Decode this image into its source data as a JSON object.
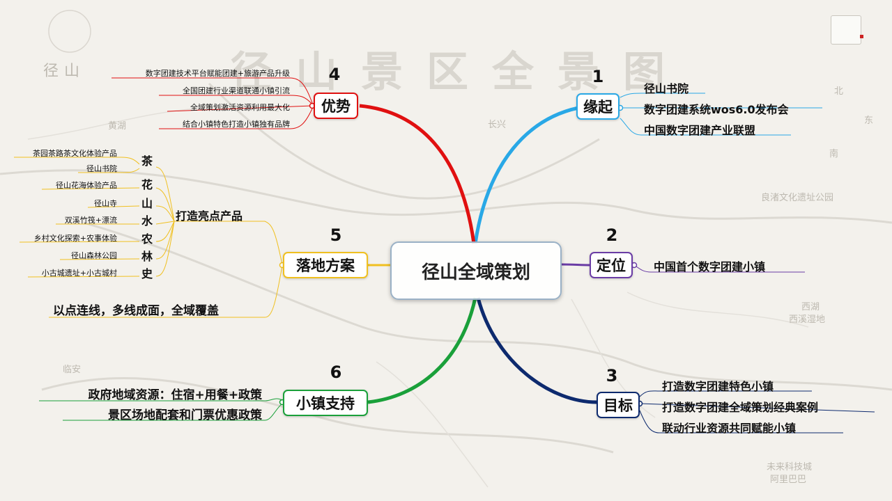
{
  "center": {
    "label": "径山全域策划"
  },
  "branches": {
    "b1": {
      "num": "1",
      "topic": "缘起",
      "color": "#29a8e6",
      "items": [
        "径山书院",
        "数字团建系统wos6.0发布会",
        "中国数字团建产业联盟"
      ]
    },
    "b2": {
      "num": "2",
      "topic": "定位",
      "color": "#6a3ca5",
      "items": [
        "中国首个数字团建小镇"
      ]
    },
    "b3": {
      "num": "3",
      "topic": "目标",
      "color": "#0d2a6e",
      "items": [
        "打造数字团建特色小镇",
        "打造数字团建全域策划经典案例",
        "联动行业资源共同赋能小镇"
      ]
    },
    "b4": {
      "num": "4",
      "topic": "优势",
      "color": "#e01010",
      "items": [
        "数字团建技术平台赋能团建+旅游产品升级",
        "全国团建行业渠道联通小镇引流",
        "全域策划激活资源利用最大化",
        "结合小镇特色打造小镇独有品牌"
      ]
    },
    "b5": {
      "num": "5",
      "topic": "落地方案",
      "color": "#f0c020",
      "sub_title": "打造亮点产品",
      "products": [
        {
          "char": "茶",
          "items": [
            "茶园茶路茶文化体验产品",
            "径山书院"
          ]
        },
        {
          "char": "花",
          "items": [
            "径山花海体验产品"
          ]
        },
        {
          "char": "山",
          "items": [
            "径山寺"
          ]
        },
        {
          "char": "水",
          "items": [
            "双溪竹筏+漂流"
          ]
        },
        {
          "char": "农",
          "items": [
            "乡村文化探索+农事体验"
          ]
        },
        {
          "char": "林",
          "items": [
            "径山森林公园"
          ]
        },
        {
          "char": "史",
          "items": [
            "小古城遗址+小古城村"
          ]
        }
      ],
      "extra": "以点连线，多线成面，全域覆盖"
    },
    "b6": {
      "num": "6",
      "topic": "小镇支持",
      "color": "#1aa03a",
      "items": [
        "政府地域资源：住宿+用餐+政策",
        "景区场地配套和门票优惠政策"
      ]
    }
  },
  "background": {
    "title": "径山景区全景图",
    "labels": [
      "径山",
      "黄湖",
      "长兴",
      "良渚文化遗址公园",
      "西湖",
      "西溪湿地",
      "临安",
      "未来科技城",
      "阿里巴巴",
      "北",
      "东",
      "南"
    ]
  }
}
